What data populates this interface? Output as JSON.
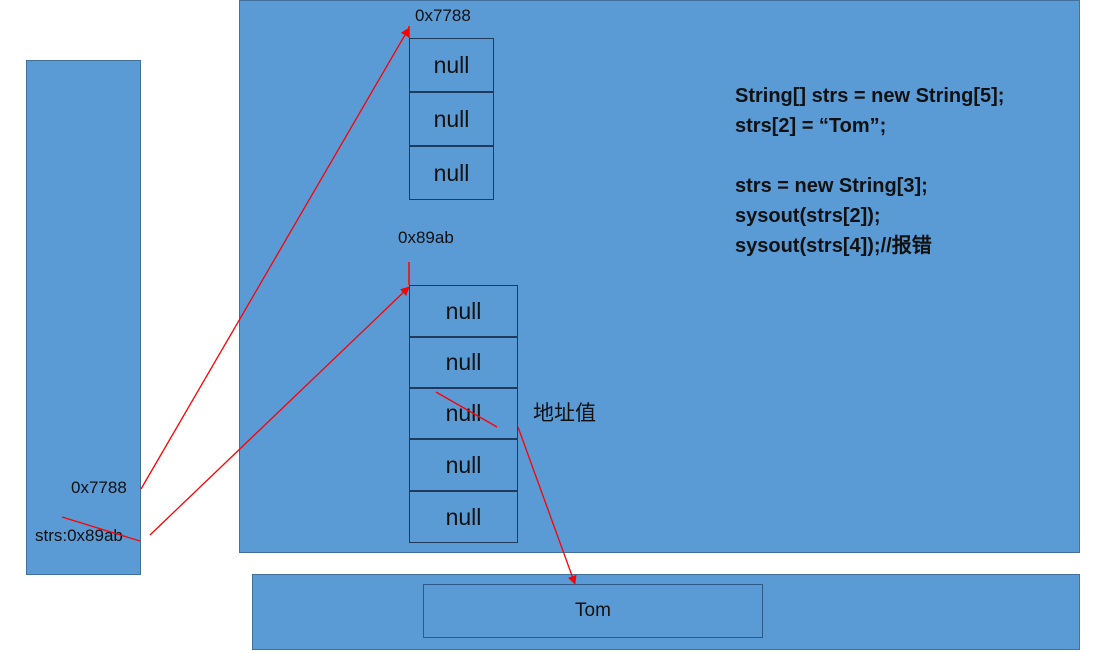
{
  "stack": {
    "old_ref": "0x7788",
    "var_ref": "strs:0x89ab"
  },
  "heap": {
    "array1_address": "0x7788",
    "array1_cells": [
      "null",
      "null",
      "null"
    ],
    "array2_address": "0x89ab",
    "array2_cells": [
      "null",
      "null",
      "null",
      "null",
      "null"
    ],
    "address_value_label": "地址值",
    "code_lines": [
      "String[] strs = new String[5];",
      "strs[2] = “Tom”;",
      "",
      "strs = new String[3];",
      "sysout(strs[2]);",
      "sysout(strs[4]);//报错"
    ]
  },
  "pool": {
    "string_value": "Tom"
  },
  "colors": {
    "panel_fill": "#5b9bd5",
    "arrow": "#ff0000"
  }
}
